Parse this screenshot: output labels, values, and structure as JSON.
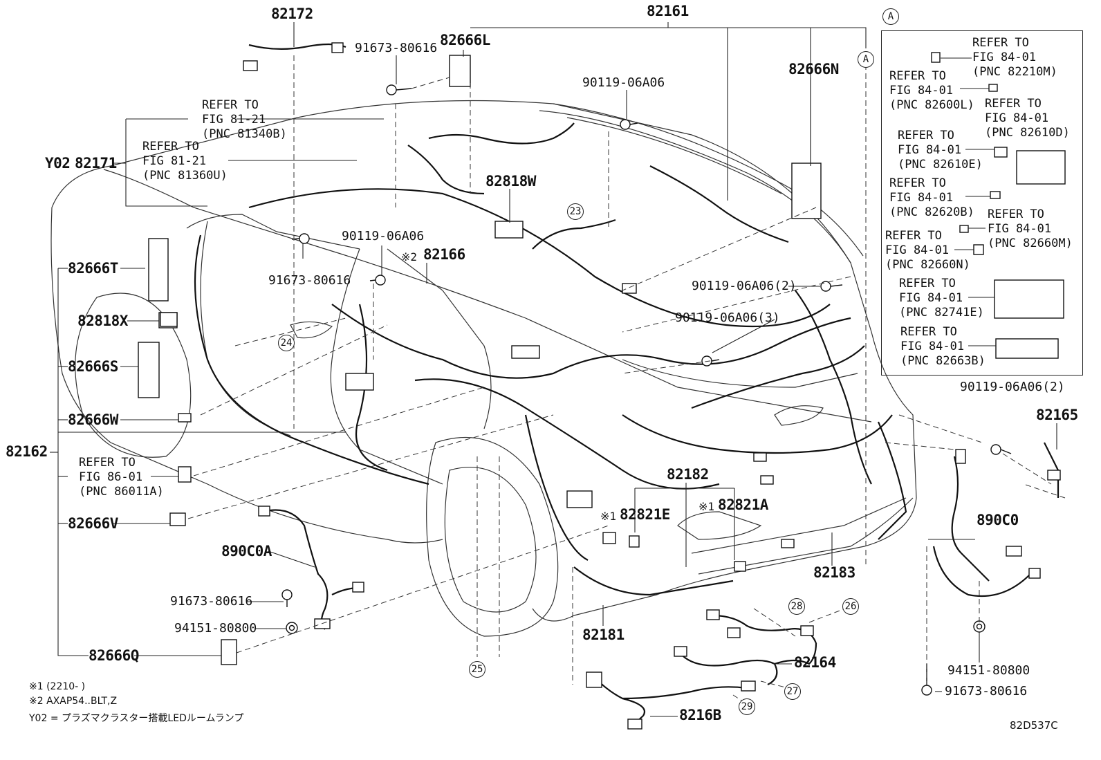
{
  "diagram": {
    "code": "82D537C",
    "inset_marker": "A",
    "parts": {
      "p82172": "82172",
      "p82161": "82161",
      "p82666L": "82666L",
      "p82666N": "82666N",
      "p82171": "82171",
      "y02": "Y02",
      "p82818W": "82818W",
      "p82166": "82166",
      "p82166_mark": "※2",
      "p82666T": "82666T",
      "p82818X": "82818X",
      "p82666S": "82666S",
      "p82666W": "82666W",
      "p82162": "82162",
      "p82666V": "82666V",
      "p82666Q": "82666Q",
      "p890C0A": "890C0A",
      "p82182": "82182",
      "p82821E": "82821E",
      "p82821E_mark": "※1",
      "p82821A": "82821A",
      "p82821A_mark": "※1",
      "p82181": "82181",
      "p82183": "82183",
      "p82164": "82164",
      "p8216B": "8216B",
      "p890C0": "890C0",
      "p82165": "82165"
    },
    "bolts": {
      "b1": "91673-80616",
      "b2": "90119-06A06",
      "b3": "91673-80616",
      "b4": "90119-06A06",
      "b5": "90119-06A06(2)",
      "b6": "90119-06A06(3)",
      "b7": "91673-80616",
      "b8": "94151-80800",
      "b9": "90119-06A06(2)",
      "b10": "94151-80800",
      "b11": "91673-80616"
    },
    "refs": {
      "r1": "REFER TO\nFIG 81-21\n(PNC 81340B)",
      "r2": "REFER TO\nFIG 81-21\n(PNC 81360U)",
      "r3": "REFER TO\nFIG 86-01\n(PNC 86011A)"
    },
    "inset_refs": {
      "i1": "REFER TO\nFIG 84-01\n(PNC 82210M)",
      "i2": "REFER TO\nFIG 84-01\n(PNC 82600L)",
      "i3": "REFER TO\nFIG 84-01\n(PNC 82610D)",
      "i4": "REFER TO\nFIG 84-01\n(PNC 82610E)",
      "i5": "REFER TO\nFIG 84-01\n(PNC 82620B)",
      "i6": "REFER TO\nFIG 84-01\n(PNC 82660M)",
      "i7": "REFER TO\nFIG 84-01\n(PNC 82660N)",
      "i8": "REFER TO\nFIG 84-01\n(PNC 82741E)",
      "i9": "REFER TO\nFIG 84-01\n(PNC 82663B)"
    },
    "circled": {
      "c23": "23",
      "c24": "24",
      "c25": "25",
      "c26": "26",
      "c27": "27",
      "c28": "28",
      "c29": "29"
    },
    "notes": {
      "n1": "※1 (2210-      )",
      "n2": "※2 AXAP54..BLT,Z",
      "n3": "Y02 = プラズマクラスター搭載LEDルームランプ"
    }
  }
}
